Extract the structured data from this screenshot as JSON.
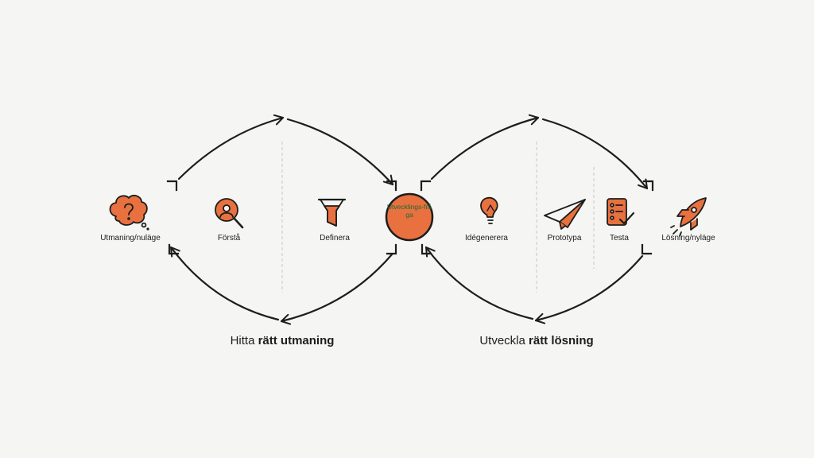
{
  "colors": {
    "accent": "#e8713f",
    "stroke": "#1d1d1b",
    "background": "#f5f5f4",
    "divider": "#c8c8c6",
    "center_text": "#1e6a33"
  },
  "steps": [
    {
      "label": "Utmaning/nuläge",
      "icon": "brain-question-icon"
    },
    {
      "label": "Förstå",
      "icon": "magnifier-person-icon"
    },
    {
      "label": "Definera",
      "icon": "funnel-icon"
    },
    {
      "label": "Idégenerera",
      "icon": "lightbulb-icon"
    },
    {
      "label": "Prototypa",
      "icon": "paper-plane-icon"
    },
    {
      "label": "Testa",
      "icon": "checklist-icon"
    },
    {
      "label": "Lösning/nyläge",
      "icon": "rocket-icon"
    }
  ],
  "center": {
    "label": "Utvecklings-fråga"
  },
  "sections": {
    "left": {
      "prefix": "Hitta ",
      "bold": "rätt utmaning"
    },
    "right": {
      "prefix": "Utveckla ",
      "bold": "rätt lösning"
    }
  }
}
